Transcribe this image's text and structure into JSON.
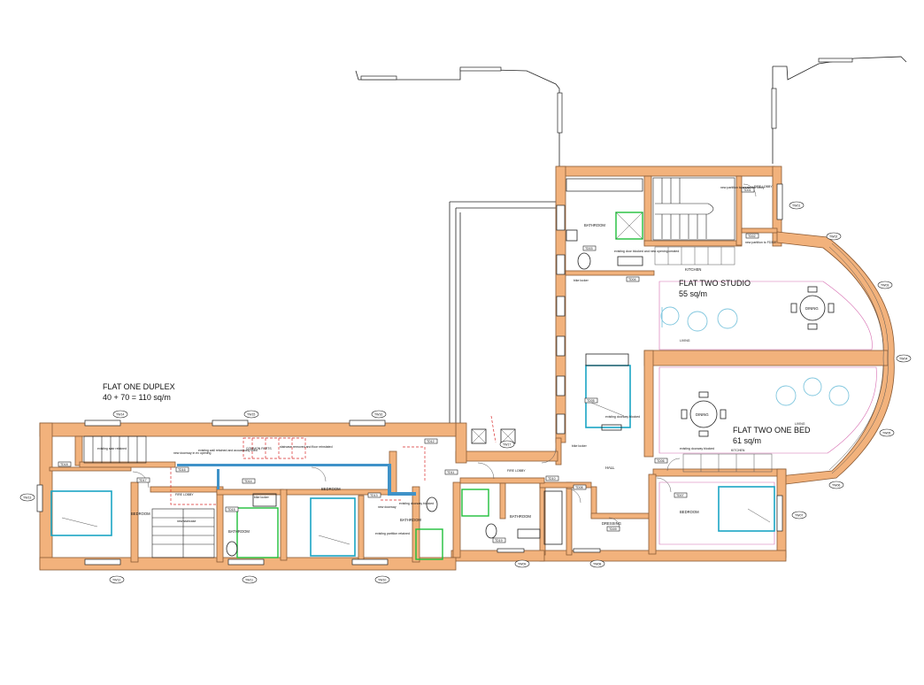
{
  "flats": {
    "one": {
      "title": "FLAT ONE DUPLEX",
      "area": "40 + 70 = 110 sq/m"
    },
    "two_studio": {
      "title": "FLAT TWO STUDIO",
      "area": "55 sq/m"
    },
    "two_one_bed": {
      "title": "FLAT TWO ONE BED",
      "area": "61 sq/m"
    }
  },
  "rooms": {
    "bathroom_top": "BATHROOM",
    "bike_locker": "bike locker",
    "kitchen_studio": "KITCHEN",
    "dining_studio": "DINING",
    "living_studio": "LIVING",
    "fire_lobby_top": "FIRE LOBBY",
    "dining_onebed": "DINING",
    "living_onebed": "LIVING",
    "kitchen_onebed": "KITCHEN",
    "bedroom_right": "BEDROOM",
    "dressing": "DRESSING",
    "hall": "HALL",
    "fire_lobby_mid": "FIRE LOBBY",
    "bathroom_mid": "BATHROOM",
    "bathroom_lower": "BATHROOM",
    "bedroom_centre": "BEDROOM",
    "bathroom_left": "BATHROOM",
    "bike_locker_left": "bike locker",
    "bedroom_left": "BEDROOM",
    "new_staircase": "new staircase",
    "fire_lobby_left": "FIRE LOBBY",
    "common_parts": "COMMON PARTS",
    "bike_locker_hall": "bike locker"
  },
  "notes": {
    "partition_top": "new partition to create fire lobby",
    "partition_fd30": "new partition to FD30E",
    "door_blocked": "existing door blocked and new opening created",
    "doorway_blocked": "existing doorway blocked",
    "doorway_blocked_right": "existing doorway blocked",
    "stair_retained": "existing stair retained",
    "doorway_new": "new doorway in ex opening",
    "wall_retained": "existing wall retained and acoustically lined",
    "stair_removed": "staircase removed and floor reinstated",
    "new_doorway": "new doorway",
    "partition_retained": "existing partition retained",
    "doorway_blocked_lower": "existing doorway blocked"
  },
  "windows": {
    "TW01": "TW01",
    "TW02": "TW02",
    "TW03": "TW03",
    "TW04": "TW04",
    "TW05": "TW05",
    "TW06": "TW06",
    "TW07": "TW07",
    "TW08": "TW08",
    "TW09": "TW09",
    "TW10": "TW10",
    "TW11": "TW11",
    "TW12": "TW12",
    "TW13": "TW13",
    "TW14": "TW14",
    "TW15": "TW15",
    "TW16": "TW16",
    "TW17": "TW17"
  },
  "doors": [
    "TD01",
    "TD02",
    "TD03",
    "TD04",
    "TD05",
    "TD06",
    "TD07",
    "TD08",
    "TD09",
    "TD10",
    "TD11",
    "TD12",
    "TD13",
    "TD14",
    "TD15",
    "TD16",
    "TD17",
    "TD18",
    "TD19"
  ],
  "colors": {
    "wall": "#f2b27c",
    "bathroom_fit": "#1fbf3a",
    "bed": "#1ba5c4",
    "furniture": "#7fc6de",
    "new_partition": "#d92b2b",
    "acoustic_lining": "#3f92c8",
    "boundary": "#d66bb0"
  }
}
